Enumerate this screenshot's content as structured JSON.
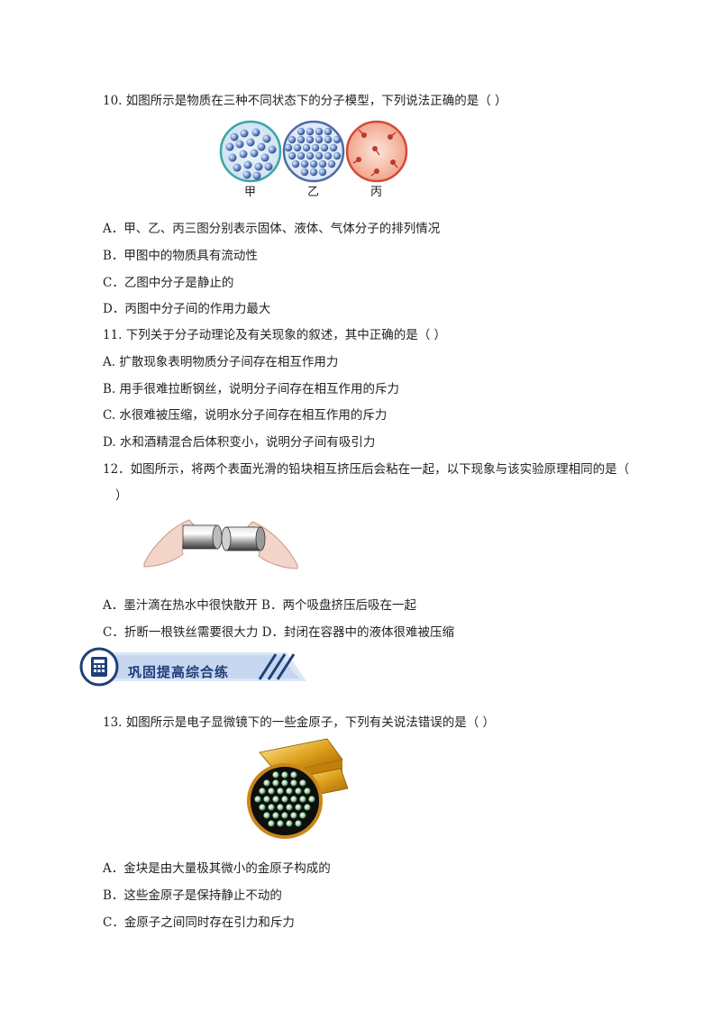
{
  "q10": {
    "stem": "10. 如图所示是物质在三种不同状态下的分子模型，下列说法正确的是（        ）",
    "labels": [
      "甲",
      "乙",
      "丙"
    ],
    "options": [
      "A．甲、乙、丙三图分别表示固体、液体、气体分子的排列情况",
      "B．甲图中的物质具有流动性",
      "C．乙图中分子是静止的",
      "D．丙图中分子间的作用力最大"
    ]
  },
  "q11": {
    "stem": "11. 下列关于分子动理论及有关现象的叙述，其中正确的是（      ）",
    "options": [
      "A. 扩散现象表明物质分子间存在相互作用力",
      "B. 用手很难拉断钢丝，说明分子间存在相互作用的斥力",
      "C. 水很难被压缩，说明水分子间存在相互作用的斥力",
      "D. 水和酒精混合后体积变小，说明分子间有吸引力"
    ]
  },
  "q12": {
    "stem_line1": "12．如图所示，将两个表面光滑的铅块相互挤压后会粘在一起，以下现象与该实验原理相同的是（",
    "stem_line2": "）",
    "options_row1": "A．墨汁滴在热水中很快散开    B．两个吸盘挤压后吸在一起",
    "options_row2": "C．折断一根铁丝需要很大力    D．封闭在容器中的液体很难被压缩"
  },
  "section": {
    "title": "巩固提高综合练"
  },
  "q13": {
    "stem": "13. 如图所示是电子显微镜下的一些金原子，下列有关说法错误的是（        ）",
    "options": [
      "A．金块是由大量极其微小的金原子构成的",
      "B．这些金原子是保持静止不动的",
      "C．金原子之间同时存在引力和斥力"
    ]
  }
}
